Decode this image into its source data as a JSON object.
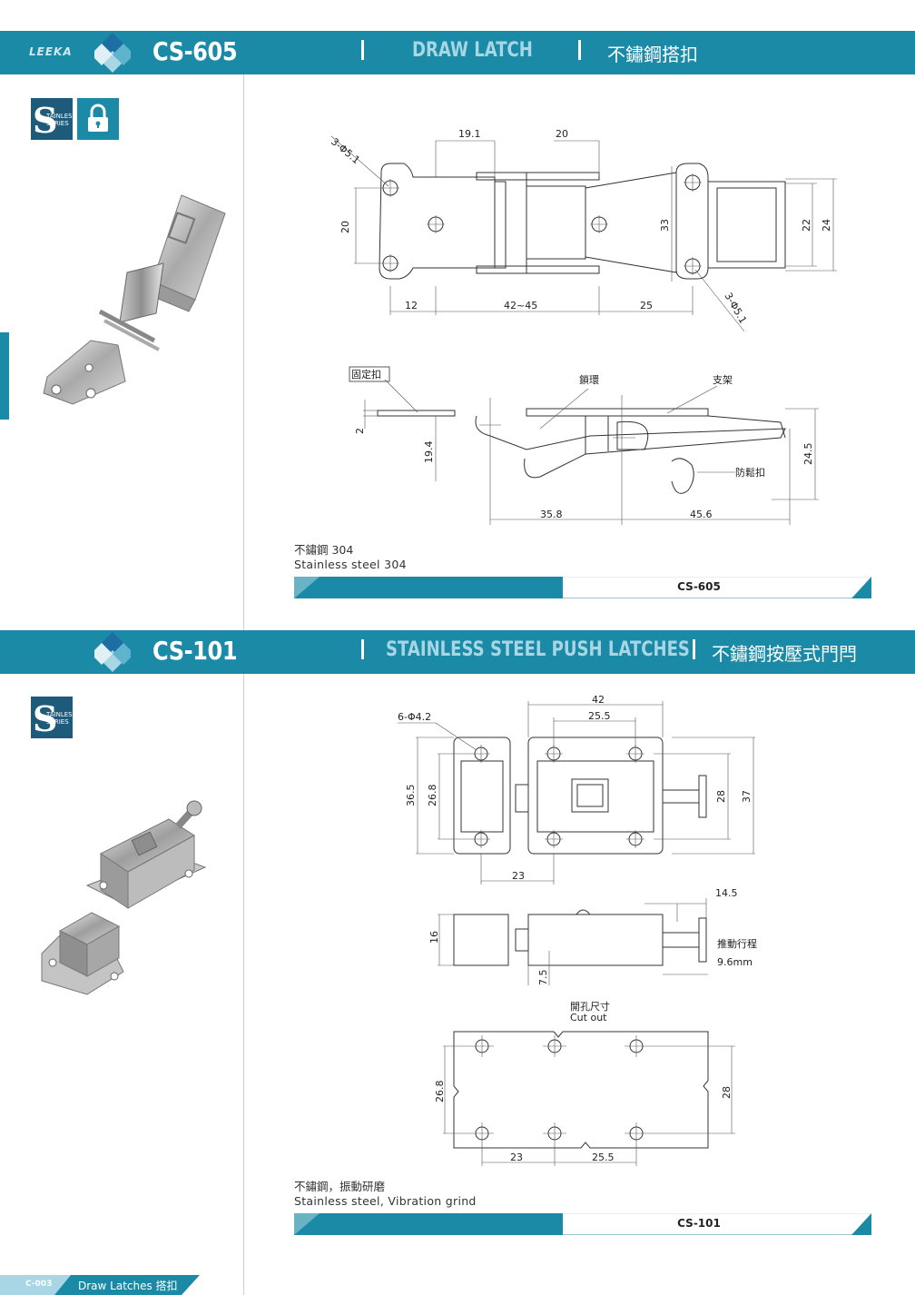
{
  "brand": "LEEKA",
  "sections": [
    {
      "model": "CS-605",
      "title_en": "DRAW LATCH",
      "title_zh": "不鏽鋼搭扣",
      "badge_text_1": "TAINLESS",
      "badge_text_2": "SERIES",
      "top_dims": [
        "3-Φ5.1",
        "19.1",
        "20",
        "20",
        "33",
        "22",
        "24",
        "12",
        "42~45",
        "25",
        "3-Φ5.1"
      ],
      "side_dims": [
        "2",
        "19.4",
        "35.8",
        "45.6",
        "24.5"
      ],
      "part_labels": {
        "keeper": "固定扣",
        "loop": "鎖環",
        "bracket": "支架",
        "safety": "防鬆扣"
      },
      "material_zh": "不鏽鋼 304",
      "material_en": "Stainless steel 304",
      "code": "CS-605"
    },
    {
      "model": "CS-101",
      "title_en": "STAINLESS STEEL PUSH LATCHES",
      "title_zh": "不鏽鋼按壓式門閂",
      "badge_text_1": "TAINLESS",
      "badge_text_2": "SERIES",
      "top_dims": [
        "6-Φ4.2",
        "42",
        "25.5",
        "36.5",
        "26.8",
        "28",
        "37",
        "23"
      ],
      "side_dims": [
        "14.5",
        "16",
        "7.5"
      ],
      "stroke_label_1": "推動行程",
      "stroke_label_2": "9.6mm",
      "cutout_zh": "開孔尺寸",
      "cutout_en": "Cut out",
      "cutout_dims": [
        "26.8",
        "28",
        "23",
        "25.5"
      ],
      "material_zh": "不鏽鋼，振動研磨",
      "material_en": "Stainless steel, Vibration grind",
      "code": "CS-101"
    }
  ],
  "footer": {
    "page": "C-003",
    "text": "Draw Latches 搭扣"
  },
  "colors": {
    "accent": "#1a8aa6",
    "light_accent": "#a8d6e4"
  }
}
